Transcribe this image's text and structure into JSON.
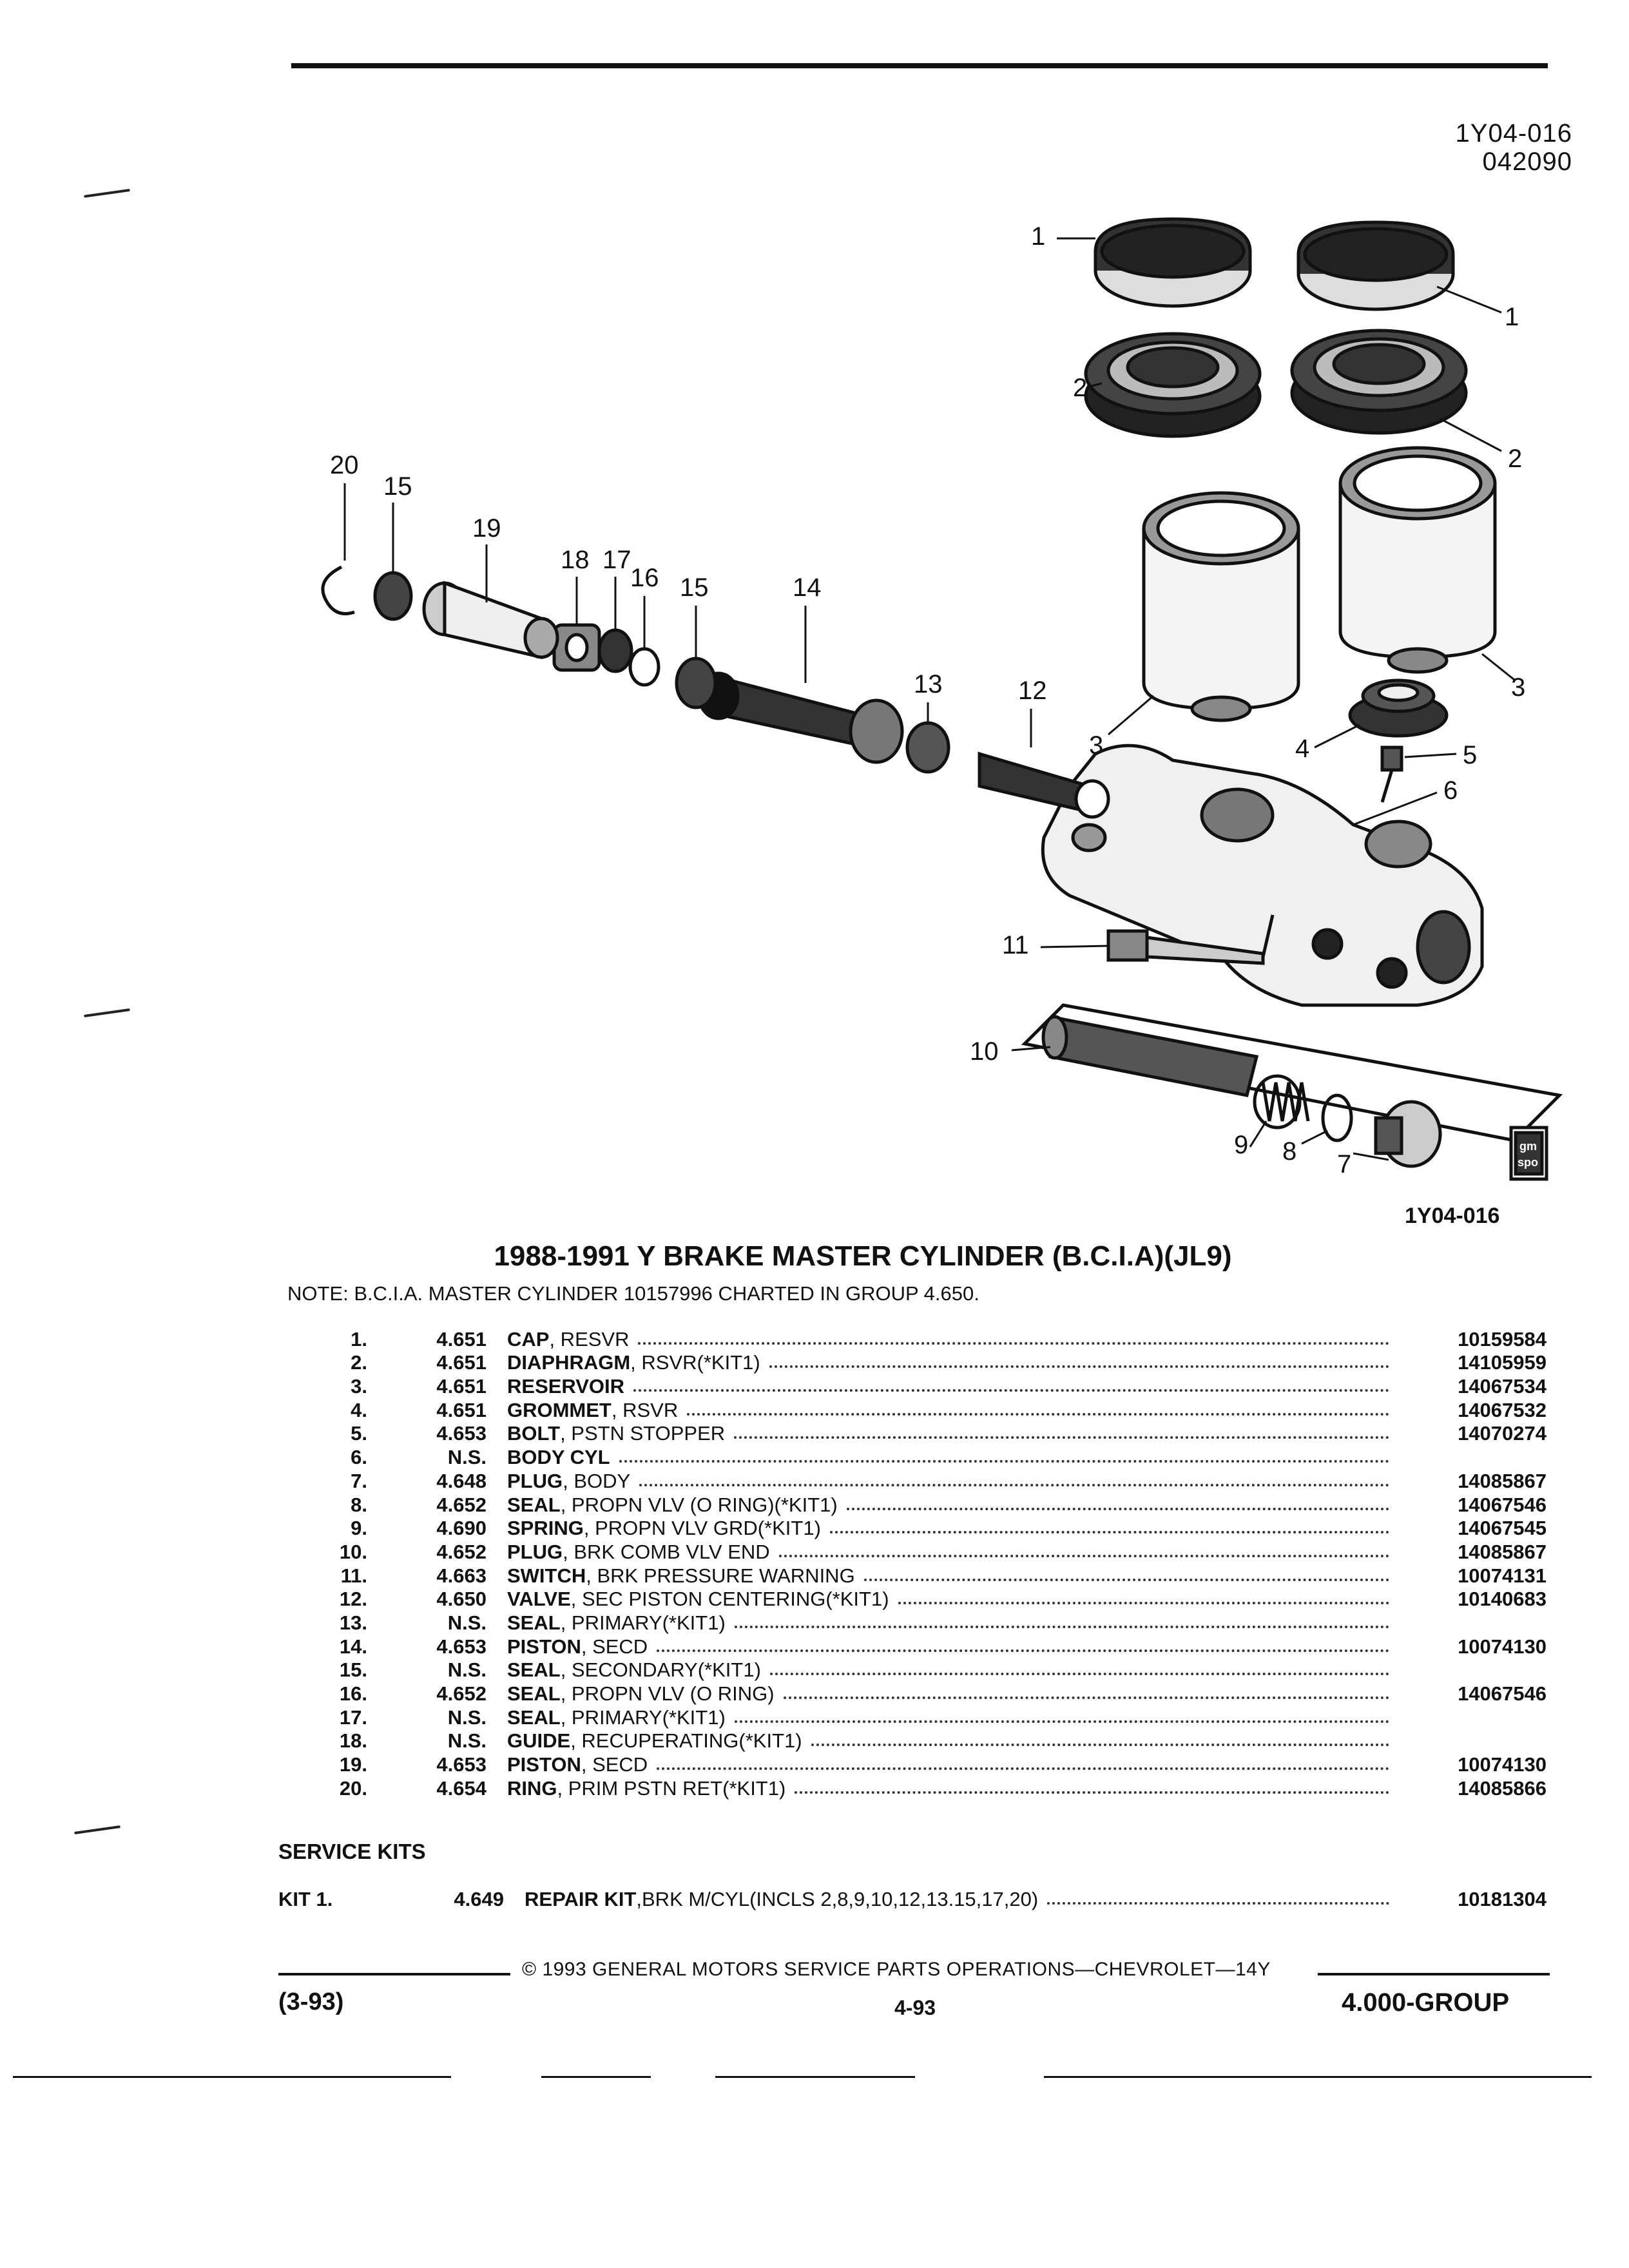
{
  "header": {
    "codes": [
      "1Y04-016",
      "042090"
    ]
  },
  "diagram": {
    "figure_code": "1Y04-016",
    "gm_logo_text": [
      "gm",
      "spo"
    ],
    "callouts": [
      "1",
      "1",
      "2",
      "2",
      "3",
      "3",
      "4",
      "5",
      "6",
      "7",
      "8",
      "9",
      "10",
      "11",
      "12",
      "13",
      "14",
      "15",
      "15",
      "16",
      "17",
      "18",
      "19",
      "20"
    ]
  },
  "title": "1988-1991 Y BRAKE MASTER CYLINDER (B.C.I.A)(JL9)",
  "note": "NOTE:  B.C.I.A. MASTER CYLINDER 10157996 CHARTED IN GROUP 4.650.",
  "parts": [
    {
      "idx": "1.",
      "group": "4.651",
      "name": "CAP",
      "detail": ", RESVR",
      "pn": "10159584"
    },
    {
      "idx": "2.",
      "group": "4.651",
      "name": "DIAPHRAGM",
      "detail": ", RSVR(*KIT1)",
      "pn": "14105959"
    },
    {
      "idx": "3.",
      "group": "4.651",
      "name": "RESERVOIR",
      "detail": "",
      "pn": "14067534"
    },
    {
      "idx": "4.",
      "group": "4.651",
      "name": "GROMMET",
      "detail": ", RSVR",
      "pn": "14067532"
    },
    {
      "idx": "5.",
      "group": "4.653",
      "name": "BOLT",
      "detail": ", PSTN STOPPER",
      "pn": "14070274"
    },
    {
      "idx": "6.",
      "group": "N.S.",
      "name": "BODY CYL",
      "detail": "",
      "pn": ""
    },
    {
      "idx": "7.",
      "group": "4.648",
      "name": "PLUG",
      "detail": ", BODY",
      "pn": "14085867"
    },
    {
      "idx": "8.",
      "group": "4.652",
      "name": "SEAL",
      "detail": ", PROPN VLV (O RING)(*KIT1)",
      "pn": "14067546"
    },
    {
      "idx": "9.",
      "group": "4.690",
      "name": "SPRING",
      "detail": ", PROPN VLV GRD(*KIT1)",
      "pn": "14067545"
    },
    {
      "idx": "10.",
      "group": "4.652",
      "name": "PLUG",
      "detail": ", BRK COMB VLV END",
      "pn": "14085867"
    },
    {
      "idx": "11.",
      "group": "4.663",
      "name": "SWITCH",
      "detail": ", BRK PRESSURE WARNING",
      "pn": "10074131"
    },
    {
      "idx": "12.",
      "group": "4.650",
      "name": "VALVE",
      "detail": ", SEC PISTON CENTERING(*KIT1)",
      "pn": "10140683"
    },
    {
      "idx": "13.",
      "group": "N.S.",
      "name": "SEAL",
      "detail": ", PRIMARY(*KIT1)",
      "pn": ""
    },
    {
      "idx": "14.",
      "group": "4.653",
      "name": "PISTON",
      "detail": ", SECD",
      "pn": "10074130"
    },
    {
      "idx": "15.",
      "group": "N.S.",
      "name": "SEAL",
      "detail": ", SECONDARY(*KIT1)",
      "pn": ""
    },
    {
      "idx": "16.",
      "group": "4.652",
      "name": "SEAL",
      "detail": ", PROPN VLV (O RING)",
      "pn": "14067546"
    },
    {
      "idx": "17.",
      "group": "N.S.",
      "name": "SEAL",
      "detail": ", PRIMARY(*KIT1)",
      "pn": ""
    },
    {
      "idx": "18.",
      "group": "N.S.",
      "name": "GUIDE",
      "detail": ", RECUPERATING(*KIT1)",
      "pn": ""
    },
    {
      "idx": "19.",
      "group": "4.653",
      "name": "PISTON",
      "detail": ", SECD",
      "pn": "10074130"
    },
    {
      "idx": "20.",
      "group": "4.654",
      "name": "RING",
      "detail": ", PRIM PSTN RET(*KIT1)",
      "pn": "14085866"
    }
  ],
  "service_kits": {
    "heading": "SERVICE KITS",
    "kit": {
      "label": "KIT  1.",
      "group": "4.649",
      "name": "REPAIR KIT",
      "detail": ",BRK M/CYL(INCLS 2,8,9,10,12,13.15,17,20)",
      "pn": "10181304"
    }
  },
  "footer": {
    "copyright": "©  1993  GENERAL MOTORS SERVICE PARTS OPERATIONS—CHEVROLET—14Y",
    "date_code": "(3-93)",
    "page": "4-93",
    "group": "4.000-GROUP"
  }
}
